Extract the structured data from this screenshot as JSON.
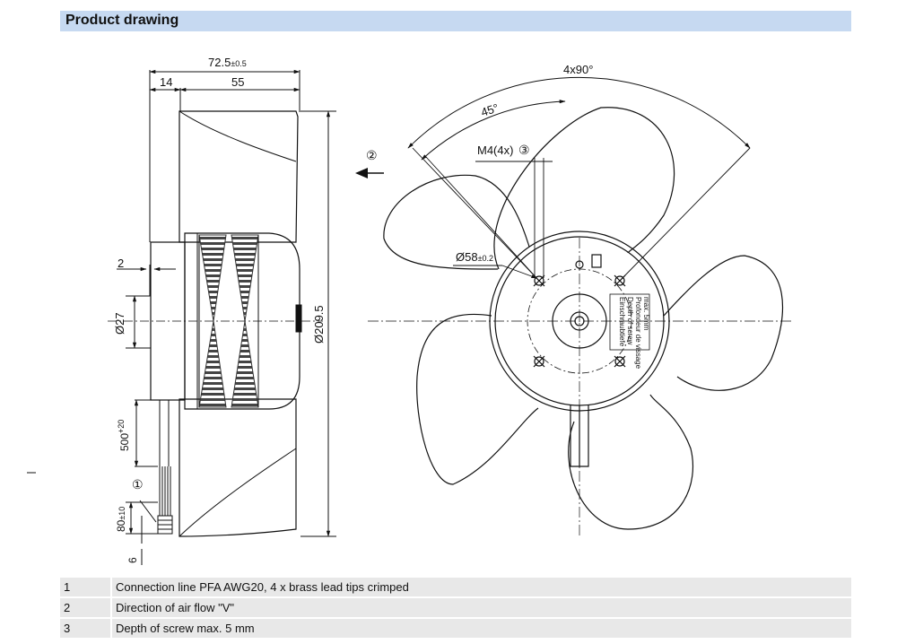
{
  "section": {
    "title": "Product drawing"
  },
  "dimensions": {
    "overall_depth": "72.5",
    "overall_depth_tol": "±0.5",
    "hub_offset": "14",
    "body_depth": "55",
    "flange": "2",
    "shaft_dia": "Ø27",
    "outer_dia": "Ø209.5",
    "cable_length": "500",
    "cable_length_tol": "+20",
    "lead_length": "80",
    "lead_length_tol": "±10",
    "lead_tip": "6",
    "bolt_pattern": "4x90°",
    "bolt_offset": "45°",
    "thread": "M4(4x)",
    "bolt_circle": "Ø58",
    "bolt_circle_tol": "±0.2"
  },
  "callouts": {
    "c1": "①",
    "c2": "②",
    "c3": "③"
  },
  "label_plate": [
    "max. 5mm",
    "Profondeur de vissage",
    "Depth of screw",
    "Einschraubtiefe"
  ],
  "legend": [
    {
      "num": "1",
      "text": "Connection line PFA AWG20, 4 x brass lead tips crimped"
    },
    {
      "num": "2",
      "text": "Direction of air flow \"V\""
    },
    {
      "num": "3",
      "text": "Depth of screw max. 5 mm"
    }
  ]
}
